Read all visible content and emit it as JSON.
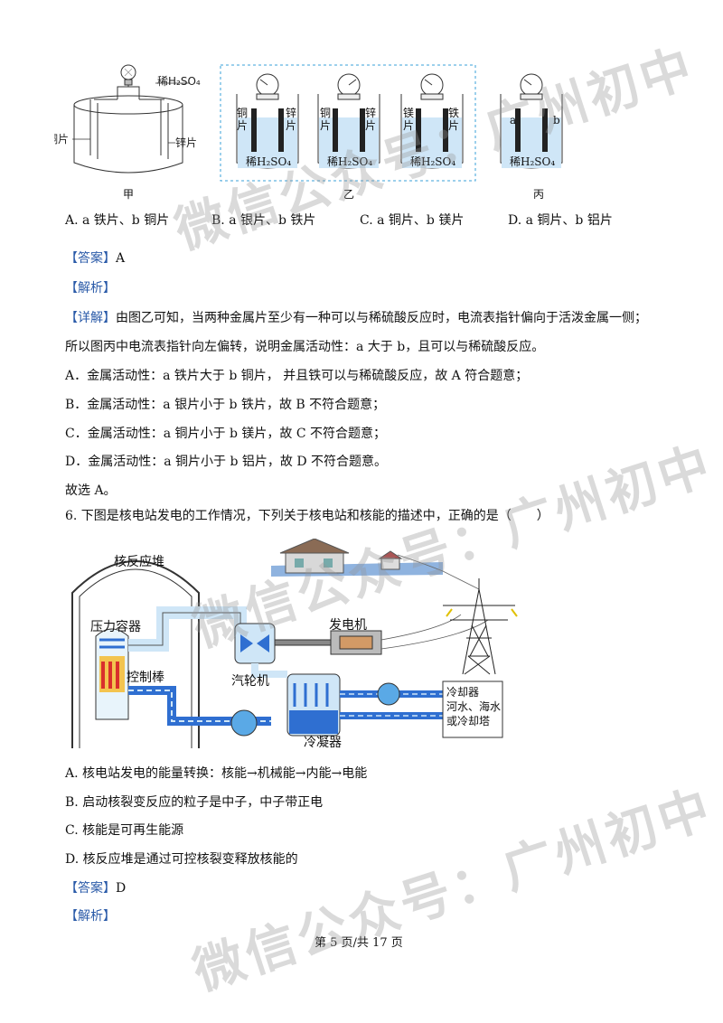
{
  "fig1": {
    "jia": {
      "label_h2so4": "稀H₂SO₄",
      "label_cu": "铜片",
      "label_zn": "锌片",
      "caption": "甲"
    },
    "yi": {
      "caption": "乙",
      "beakers": [
        {
          "left": "铜片",
          "right": "锌片",
          "acid": "稀H₂SO₄"
        },
        {
          "left": "铜片",
          "right": "锌片",
          "acid": "稀H₂SO₄"
        },
        {
          "left": "镁片",
          "right": "铁片",
          "acid": "稀H₂SO₄"
        }
      ]
    },
    "bing": {
      "left": "a",
      "right": "b",
      "acid": "稀H₂SO₄",
      "caption": "丙"
    }
  },
  "q5_options": {
    "A": "A. a 铁片、b 铜片",
    "B": "B. a 银片、b 铁片",
    "C": "C. a 铜片、b 镁片",
    "D": "D. a 铜片、b 铝片"
  },
  "q5_answer_tag": "【答案】",
  "q5_answer": "A",
  "q5_analysis_tag": "【解析】",
  "q5_detail_tag": "【详解】",
  "q5_detail_1": "由图乙可知，当两种金属片至少有一种可以与稀硫酸反应时，电流表指针偏向于活泼金属一侧；",
  "q5_detail_2": "所以图丙中电流表指针向左偏转，说明金属活动性：a 大于 b，且可以与稀硫酸反应。",
  "q5_lines": [
    "A．金属活动性：a 铁片大于 b 铜片， 并且铁可以与稀硫酸反应，故 A 符合题意；",
    "B．金属活动性：a 银片小于 b 铁片，故 B 不符合题意；",
    "C．金属活动性：a 铜片小于 b 镁片，故 C 不符合题意；",
    "D．金属活动性：a 铜片小于 b 铝片，故 D 不符合题意。"
  ],
  "q5_conclusion": "故选 A。",
  "q6_stem": "6. 下图是核电站发电的工作情况，下列关于核电站和核能的描述中，正确的是（　　）",
  "fig2": {
    "reactor": "核反应堆",
    "vessel": "压力容器",
    "rod": "控制棒",
    "turbine": "汽轮机",
    "generator": "发电机",
    "condenser": "冷凝器",
    "cooler": [
      "冷却器",
      "河水、海水",
      "或冷却塔"
    ]
  },
  "q6_options": {
    "A": "A. 核电站发电的能量转换：核能→机械能→内能→电能",
    "B": "B. 启动核裂变反应的粒子是中子，中子带正电",
    "C": "C. 核能是可再生能源",
    "D": "D. 核反应堆是通过可控核裂变释放核能的"
  },
  "q6_answer_tag": "【答案】",
  "q6_answer": "D",
  "q6_analysis_tag": "【解析】",
  "footer": "第 5 页/共 17 页",
  "watermark": "微信公众号：广州初中",
  "colors": {
    "tag": "#2a5aa8",
    "dash_box": "#3aa0d8",
    "pipe": "#2f6fd1",
    "water": "#5aa9e6"
  }
}
